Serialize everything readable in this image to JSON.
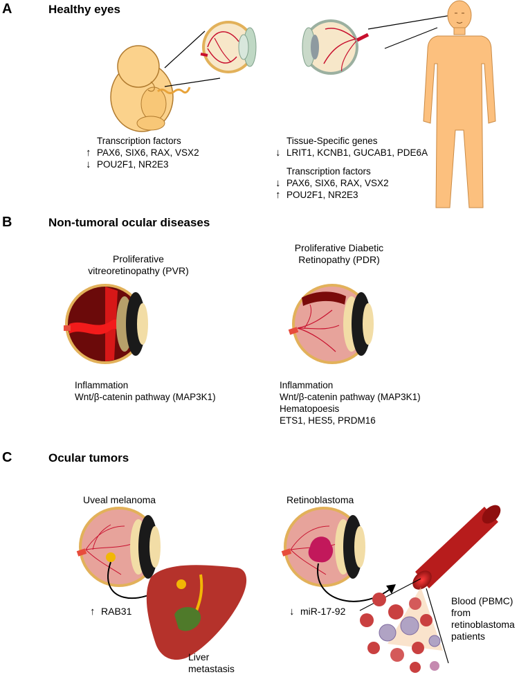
{
  "panel_a": {
    "letter": "A",
    "title": "Healthy eyes",
    "embryo_block": {
      "heading": "Transcription factors",
      "lines": [
        {
          "arrow": "↑",
          "text": "PAX6, SIX6, RAX, VSX2"
        },
        {
          "arrow": "↓",
          "text": "POU2F1, NR2E3"
        }
      ]
    },
    "adult_block": {
      "heading1": "Tissue-Specific genes",
      "lines1": [
        {
          "arrow": "↓",
          "text": "LRIT1, KCNB1, GUCAB1, PDE6A"
        }
      ],
      "heading2": "Transcription factors",
      "lines2": [
        {
          "arrow": "↓",
          "text": "PAX6, SIX6, RAX, VSX2"
        },
        {
          "arrow": "↑",
          "text": "POU2F1, NR2E3"
        }
      ]
    }
  },
  "panel_b": {
    "letter": "B",
    "title": "Non-tumoral ocular diseases",
    "pvr": {
      "title_line1": "Proliferative",
      "title_line2": "vitreoretinopathy (PVR)",
      "lines": [
        "Inflammation",
        "Wnt/β-catenin pathway (MAP3K1)"
      ]
    },
    "pdr": {
      "title_line1": "Proliferative Diabetic",
      "title_line2": "Retinopathy (PDR)",
      "lines": [
        "Inflammation",
        "Wnt/β-catenin pathway (MAP3K1)",
        "Hematopoesis",
        "ETS1, HES5, PRDM16"
      ]
    }
  },
  "panel_c": {
    "letter": "C",
    "title": "Ocular tumors",
    "uveal": {
      "title": "Uveal melanoma",
      "marker_arrow": "↑",
      "marker": "RAB31",
      "liver_line1": "Liver",
      "liver_line2": "metastasis"
    },
    "retino": {
      "title": "Retinoblastoma",
      "marker_arrow": "↓",
      "marker": "miR-17-92",
      "blood_lines": [
        "Blood (PBMC)",
        "from",
        "retinoblastoma",
        "patients"
      ]
    }
  },
  "colors": {
    "skin": "#FBD28C",
    "skin_outline": "#B07A2E",
    "body": "#FCC07E",
    "vessel": "#C8102E",
    "eye_pink": "#E7A39B",
    "eye_rim": "#E2B15A",
    "lens": "#F2DDA6",
    "iris_dark": "#1A1A1A",
    "pvr_dark": "#6B0A0A",
    "pvr_red": "#F21B1B",
    "liver": "#B5322B",
    "gallbladder": "#4F7A2A",
    "tumor_yellow": "#F2B705",
    "retino_tumor": "#C2185B",
    "blood_tube": "#B71C1C",
    "cells": "#C94040"
  }
}
